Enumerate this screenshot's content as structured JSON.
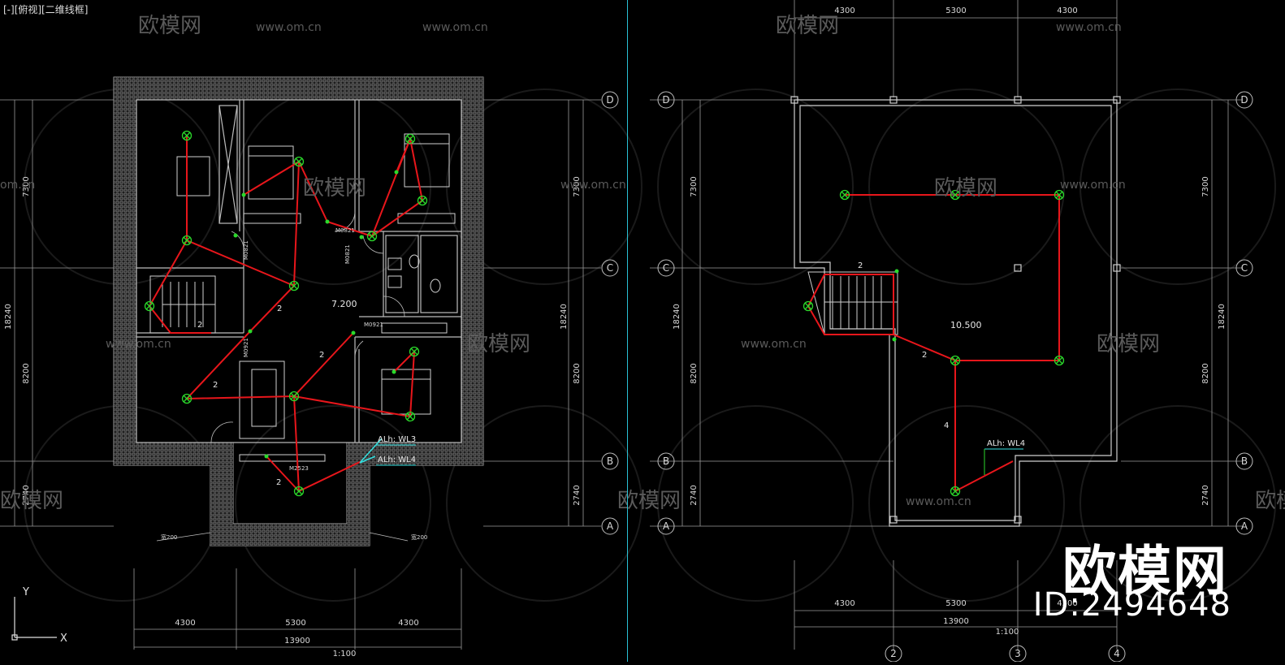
{
  "viewport": {
    "label": "[-][俯视][二维线框]"
  },
  "watermark": {
    "logo_text": "欧模网",
    "url": "www.om.cn",
    "url_fragment": "om.cn",
    "brand": "欧模网",
    "id_label": "ID:2494648"
  },
  "colors": {
    "background": "#000000",
    "wire": "#e8161b",
    "lamp": "#2bd92b",
    "dim": "#9a9a9a",
    "wall": "#8a8a8a",
    "divider": "#29c3d6",
    "tag": "#33e0e0"
  },
  "left_plan": {
    "dims_bottom": [
      "4300",
      "5300",
      "4300"
    ],
    "total_width": "13900",
    "scale": "1:100",
    "dims_side": [
      "7300",
      "8200",
      "2740"
    ],
    "total_height": "18240",
    "axes": [
      "D",
      "C",
      "B",
      "A"
    ],
    "elevation": "7.200",
    "circuit_tags": [
      "ALh: WL3",
      "ALh: WL4"
    ],
    "door_tags": [
      "M0821",
      "M0821",
      "M0821",
      "M0921",
      "M0921",
      "M2523"
    ],
    "wire_counts": [
      "2",
      "2",
      "2",
      "2",
      "2"
    ],
    "balcony_notes": [
      "宽200",
      "宽200"
    ]
  },
  "right_plan": {
    "dims_top": [
      "4300",
      "5300",
      "4300"
    ],
    "dims_bottom": [
      "4300",
      "5300",
      "4300"
    ],
    "total_width": "13900",
    "scale": "1:100",
    "dims_side": [
      "7300",
      "8200",
      "2740"
    ],
    "total_height": "18240",
    "axes": [
      "D",
      "C",
      "B",
      "A"
    ],
    "grid_numbers": [
      "2",
      "3",
      "4"
    ],
    "elevation": "10.500",
    "circuit_tags": [
      "ALh: WL4"
    ],
    "wire_counts": [
      "2",
      "2",
      "4"
    ]
  }
}
